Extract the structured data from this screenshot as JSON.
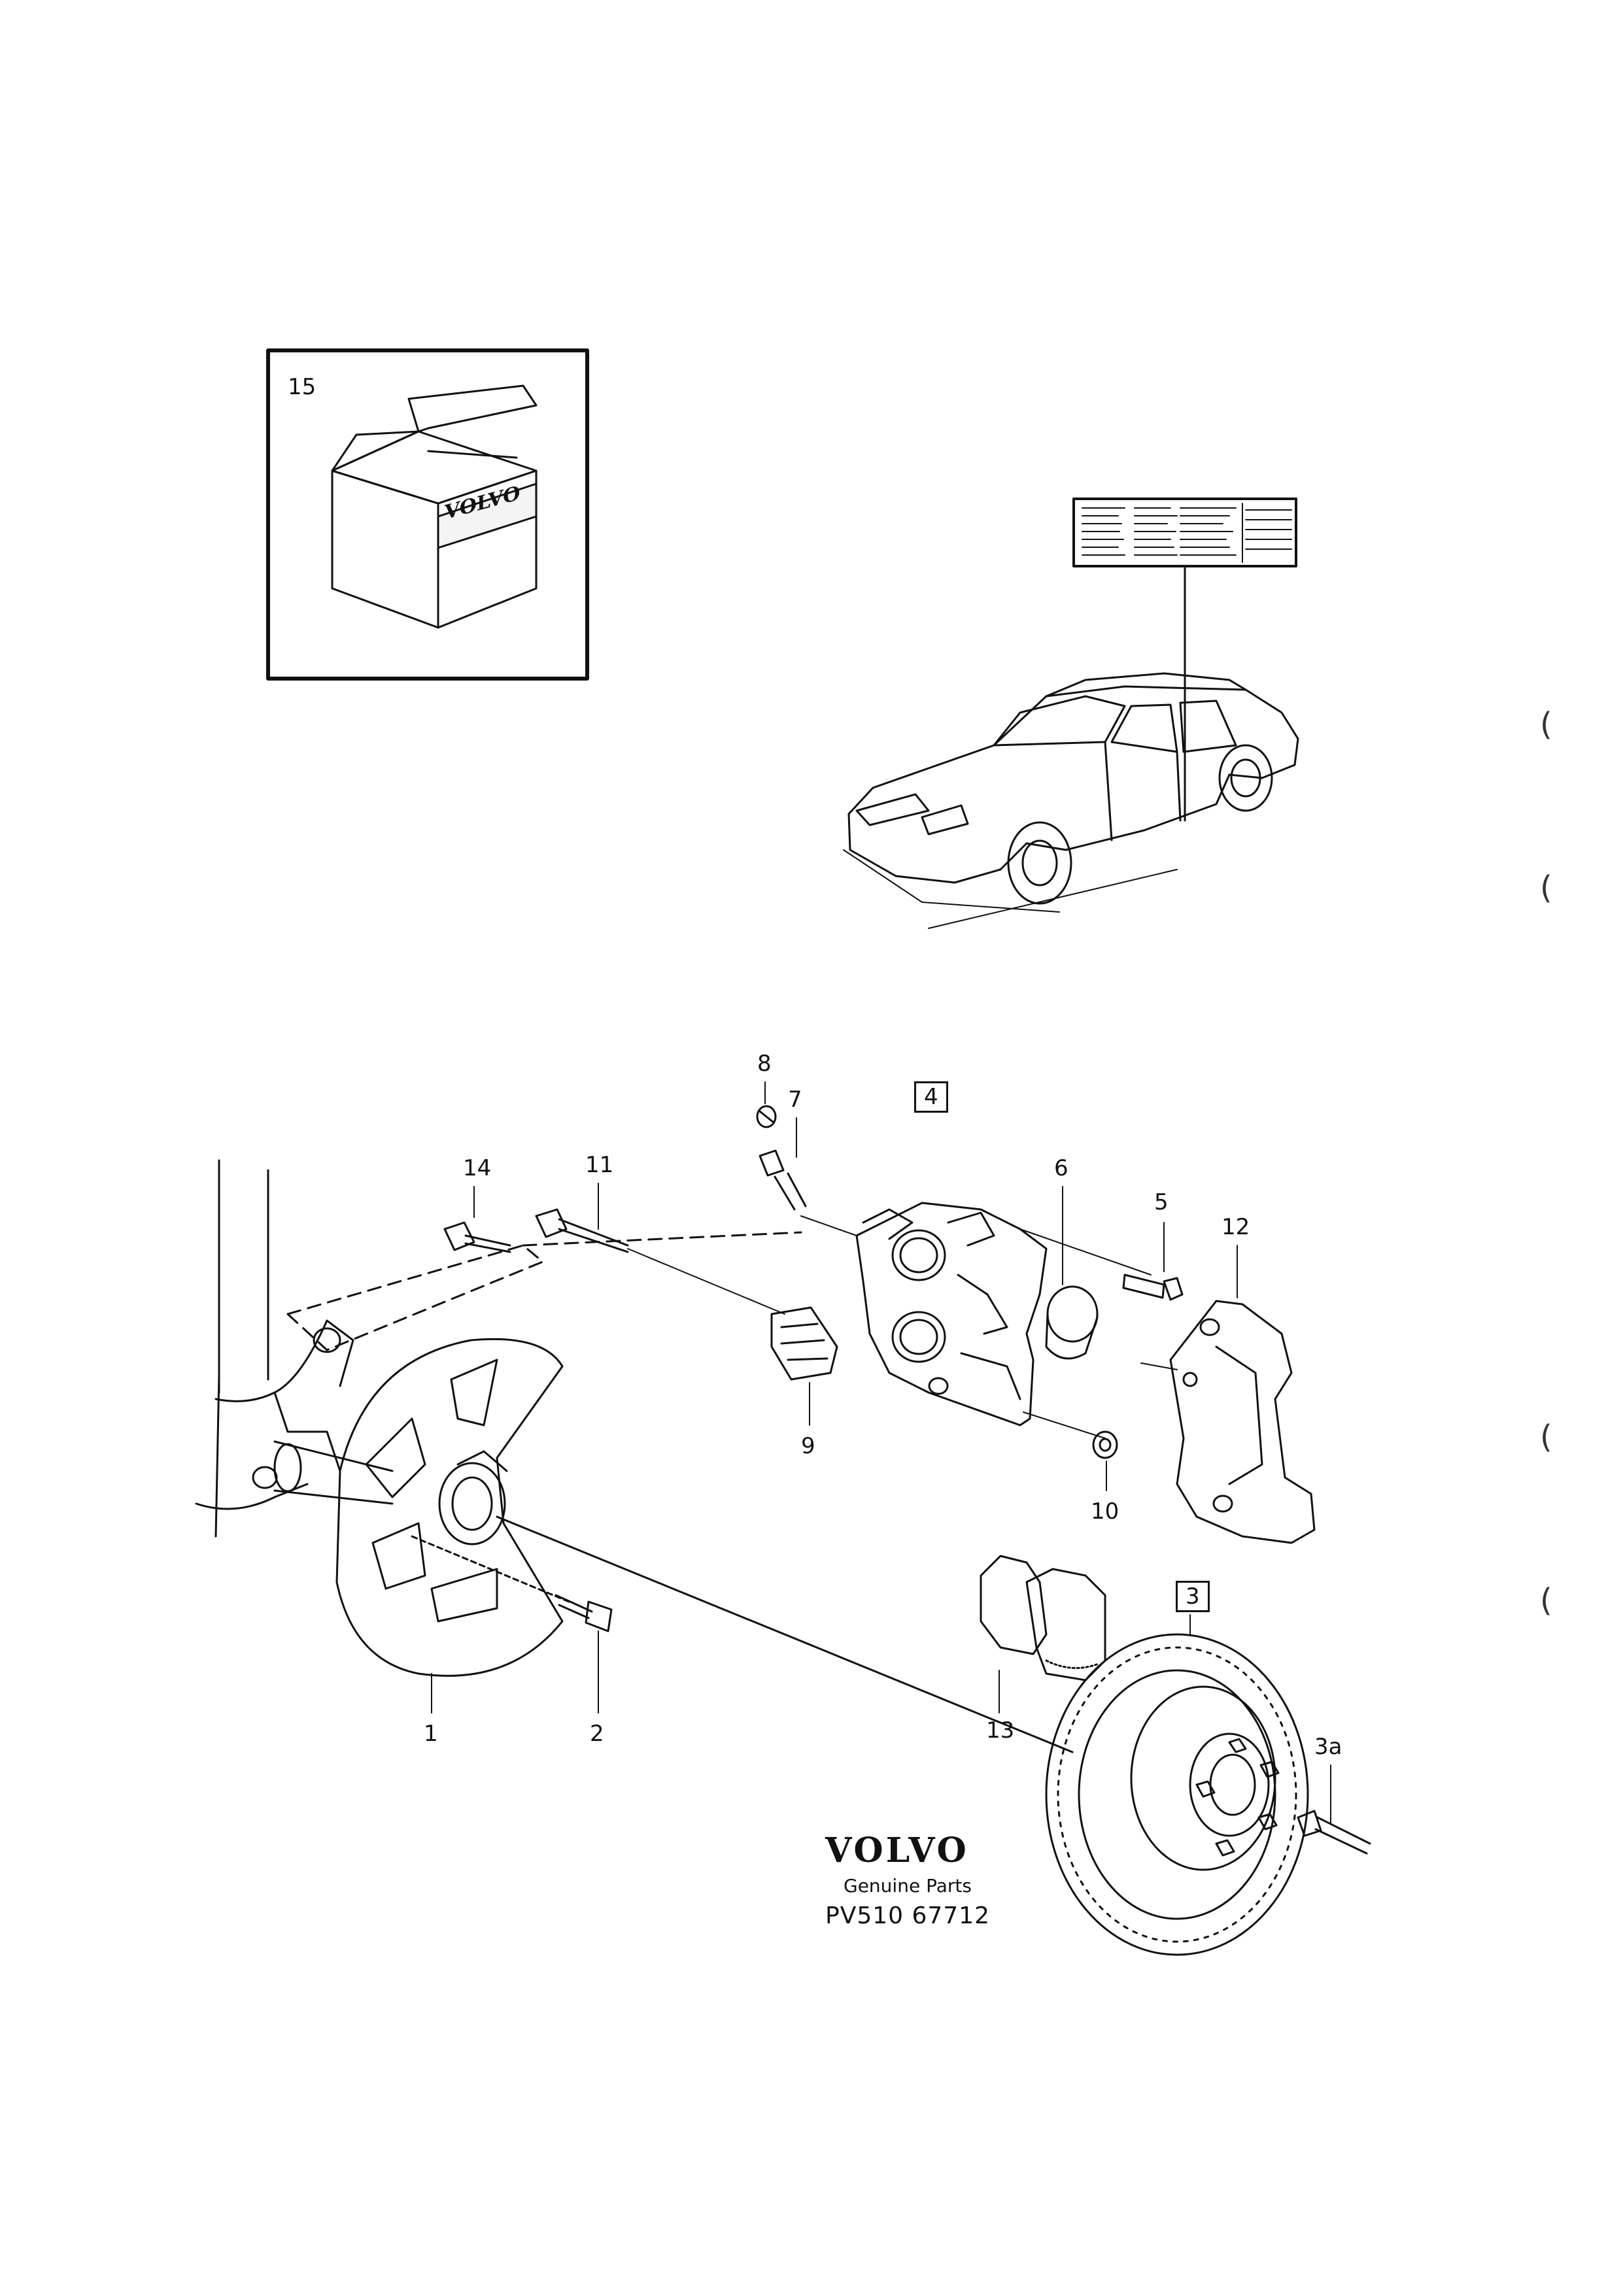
{
  "brand": {
    "logo": "VOLVO",
    "subtitle": "Genuine Parts",
    "code": "PV510 67712"
  },
  "inset": {
    "number": "15",
    "box_logo": "VOLVO"
  },
  "callouts": [
    {
      "id": "1",
      "text": "1",
      "boxed": false
    },
    {
      "id": "2",
      "text": "2",
      "boxed": false
    },
    {
      "id": "3",
      "text": "3",
      "boxed": true
    },
    {
      "id": "3a",
      "text": "3a",
      "boxed": false
    },
    {
      "id": "4",
      "text": "4",
      "boxed": true
    },
    {
      "id": "5",
      "text": "5",
      "boxed": false
    },
    {
      "id": "6",
      "text": "6",
      "boxed": false
    },
    {
      "id": "7",
      "text": "7",
      "boxed": false
    },
    {
      "id": "8",
      "text": "8",
      "boxed": false
    },
    {
      "id": "9",
      "text": "9",
      "boxed": false
    },
    {
      "id": "10",
      "text": "10",
      "boxed": false
    },
    {
      "id": "11",
      "text": "11",
      "boxed": false
    },
    {
      "id": "12",
      "text": "12",
      "boxed": false
    },
    {
      "id": "13",
      "text": "13",
      "boxed": false
    },
    {
      "id": "14",
      "text": "14",
      "boxed": false
    }
  ],
  "margin_marks": [
    "(",
    "(",
    "(",
    "("
  ]
}
